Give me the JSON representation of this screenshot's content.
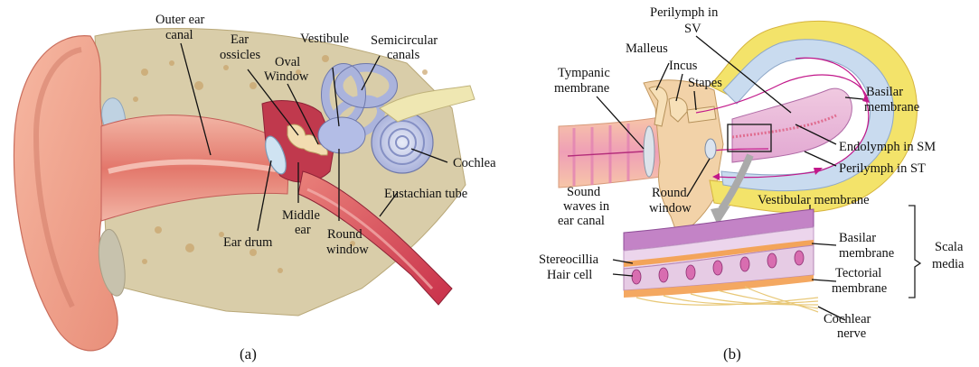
{
  "panel_a": {
    "caption": "(a)",
    "labels": {
      "outer_ear_canal": [
        "Outer ear",
        "canal"
      ],
      "ear_ossicles": [
        "Ear",
        "ossicles"
      ],
      "oval_window": [
        "Oval",
        "Window"
      ],
      "vestibule": "Vestibule",
      "semicircular_canals": [
        "Semicircular",
        "canals"
      ],
      "cochlea": "Cochlea",
      "eustachian_tube": "Eustachian tube",
      "middle_ear": [
        "Middle",
        "ear"
      ],
      "round_window": [
        "Round",
        "window"
      ],
      "ear_drum": "Ear drum"
    }
  },
  "panel_b": {
    "caption": "(b)",
    "labels": {
      "perilymph_sv": [
        "Perilymph in",
        "SV"
      ],
      "malleus": "Malleus",
      "incus": "Incus",
      "stapes": "Stapes",
      "tympanic_membrane": [
        "Tympanic",
        "membrane"
      ],
      "basilar_membrane": [
        "Basilar",
        "membrane"
      ],
      "endolymph_sm": "Endolymph in SM",
      "perilymph_st": "Perilymph in ST",
      "sound_waves": [
        "Sound",
        "waves in",
        "ear canal"
      ],
      "round_window": [
        "Round",
        "window"
      ],
      "vestibular_membrane": "Vestibular membrane",
      "basilar_membrane_detail": [
        "Basilar",
        "membrane"
      ],
      "tectorial_membrane": [
        "Tectorial",
        "membrane"
      ],
      "scala_media": [
        "Scala",
        "media"
      ],
      "stereocillia": "Stereocillia",
      "hair_cell": "Hair cell",
      "cochlear_nerve": [
        "Cochlear",
        "nerve"
      ]
    }
  }
}
